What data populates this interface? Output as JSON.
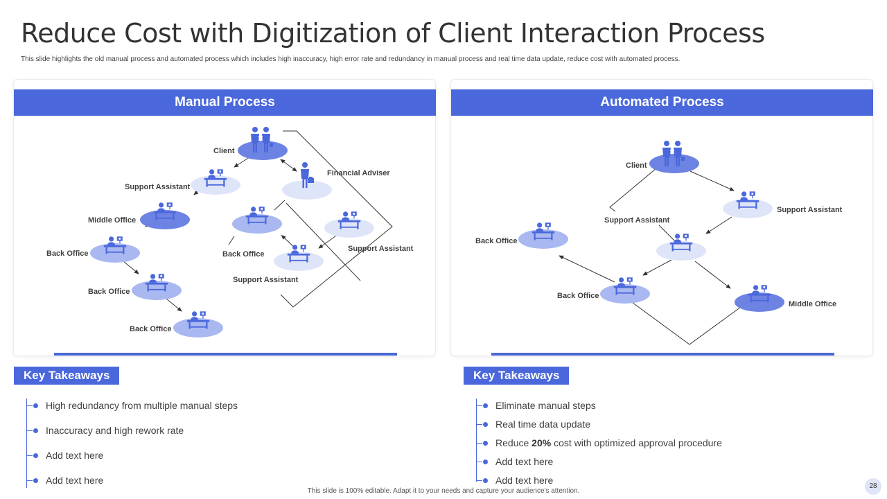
{
  "page": {
    "title": "Reduce Cost with Digitization of Client Interaction Process",
    "subtitle": "This slide highlights the old manual process and automated process which includes high inaccuracy, high error rate and redundancy in manual process and real time data update, reduce cost with automated process.",
    "footer": "This slide is 100% editable. Adapt it to your needs and capture your audience's attention.",
    "page_number": "28"
  },
  "colors": {
    "accent": "#4a68dc",
    "node_dark": "#6d83e3",
    "node_mid": "#a9b8f0",
    "node_light": "#dfe5f9",
    "text": "#404040"
  },
  "manual": {
    "header": "Manual Process",
    "labels": {
      "client": "Client",
      "financial_adviser": "Financial Adviser",
      "support_assistant_1": "Support Assistant",
      "middle_office": "Middle Office",
      "back_office_1": "Back Office",
      "back_office_2": "Back Office",
      "back_office_3": "Back Office",
      "back_office_4": "Back Office",
      "support_assistant_2": "Support Assistant",
      "support_assistant_3": "Support Assistant"
    },
    "takeaways_title": "Key Takeaways",
    "takeaways": [
      "High redundancy from multiple manual steps",
      "Inaccuracy and high rework rate",
      "Add text here",
      "Add text here"
    ]
  },
  "automated": {
    "header": "Automated Process",
    "labels": {
      "client": "Client",
      "support_assistant_1": "Support Assistant",
      "support_assistant_2": "Support Assistant",
      "back_office_1": "Back Office",
      "back_office_2": "Back Office",
      "middle_office": "Middle Office"
    },
    "takeaways_title": "Key Takeaways",
    "takeaways": {
      "item1": "Eliminate manual steps",
      "item2": "Real time data update",
      "item3_pre": "Reduce ",
      "item3_bold": "20%",
      "item3_post": " cost with optimized approval procedure",
      "item4": "Add text here",
      "item5": "Add text here"
    }
  },
  "icons": {
    "people": "two-people-icon",
    "desk": "person-at-desk-icon",
    "adviser": "adviser-with-briefcase-icon"
  }
}
